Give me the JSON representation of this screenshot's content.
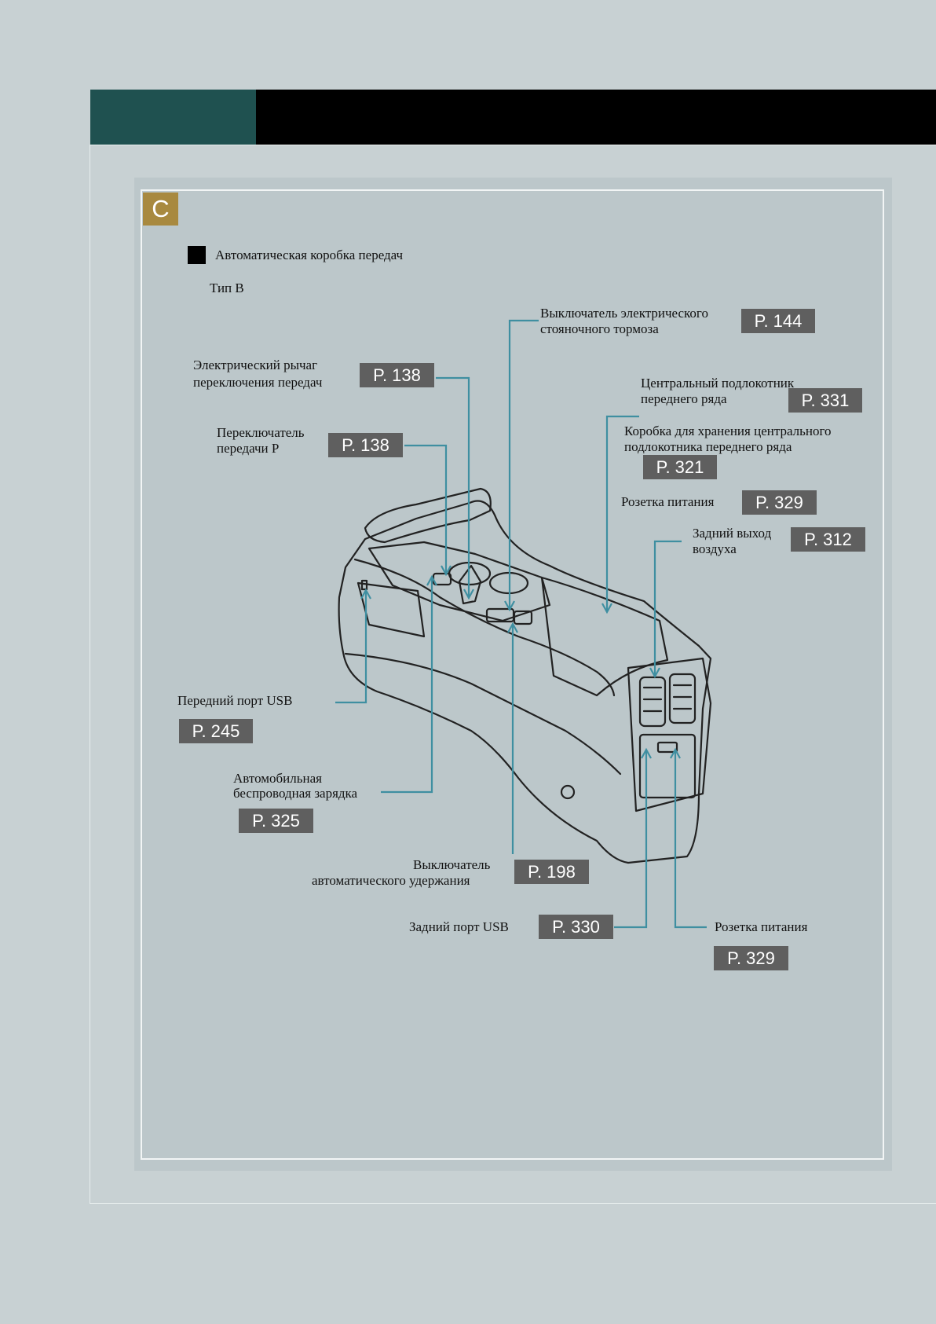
{
  "section": {
    "badge": "C"
  },
  "heading": {
    "title": "Автоматическая коробка передач",
    "subtitle": "Тип B"
  },
  "callouts": {
    "parking_brake": {
      "line1": "Выключатель электрического",
      "line2": "стояночного тормоза",
      "ref": "P. 144"
    },
    "shift_lever": {
      "line1": "Электрический рычаг",
      "line2": "переключения передач",
      "ref": "P. 138"
    },
    "front_armrest": {
      "line1": "Центральный подлокотник",
      "line2": "переднего ряда",
      "ref": "P. 331"
    },
    "p_switch": {
      "line1": "Переключатель",
      "line2": "передачи P",
      "ref": "P. 138"
    },
    "armrest_box": {
      "line1": "Коробка для хранения центрального",
      "line2": "подлокотника переднего ряда",
      "ref": "P. 321"
    },
    "power_outlet_front": {
      "line1": "Розетка питания",
      "ref": "P. 329"
    },
    "rear_vent": {
      "line1": "Задний выход",
      "line2": "воздуха",
      "ref": "P. 312"
    },
    "front_usb": {
      "line1": "Передний порт USB",
      "ref": "P. 245"
    },
    "wireless_charger": {
      "line1": "Автомобильная",
      "line2": "беспроводная зарядка",
      "ref": "P. 325"
    },
    "auto_hold": {
      "line1": "Выключатель",
      "line2": "автоматического удержания",
      "ref": "P. 198"
    },
    "rear_usb": {
      "line1": "Задний порт USB",
      "ref": "P. 330"
    },
    "power_outlet_rear": {
      "line1": "Розетка питания",
      "ref": "P. 329"
    }
  },
  "colors": {
    "header_tab": "#1f5150",
    "header_bar": "#000000",
    "badge": "#a8893f",
    "ref_box": "#5f5f5f",
    "leader": "#3f8fa1"
  }
}
